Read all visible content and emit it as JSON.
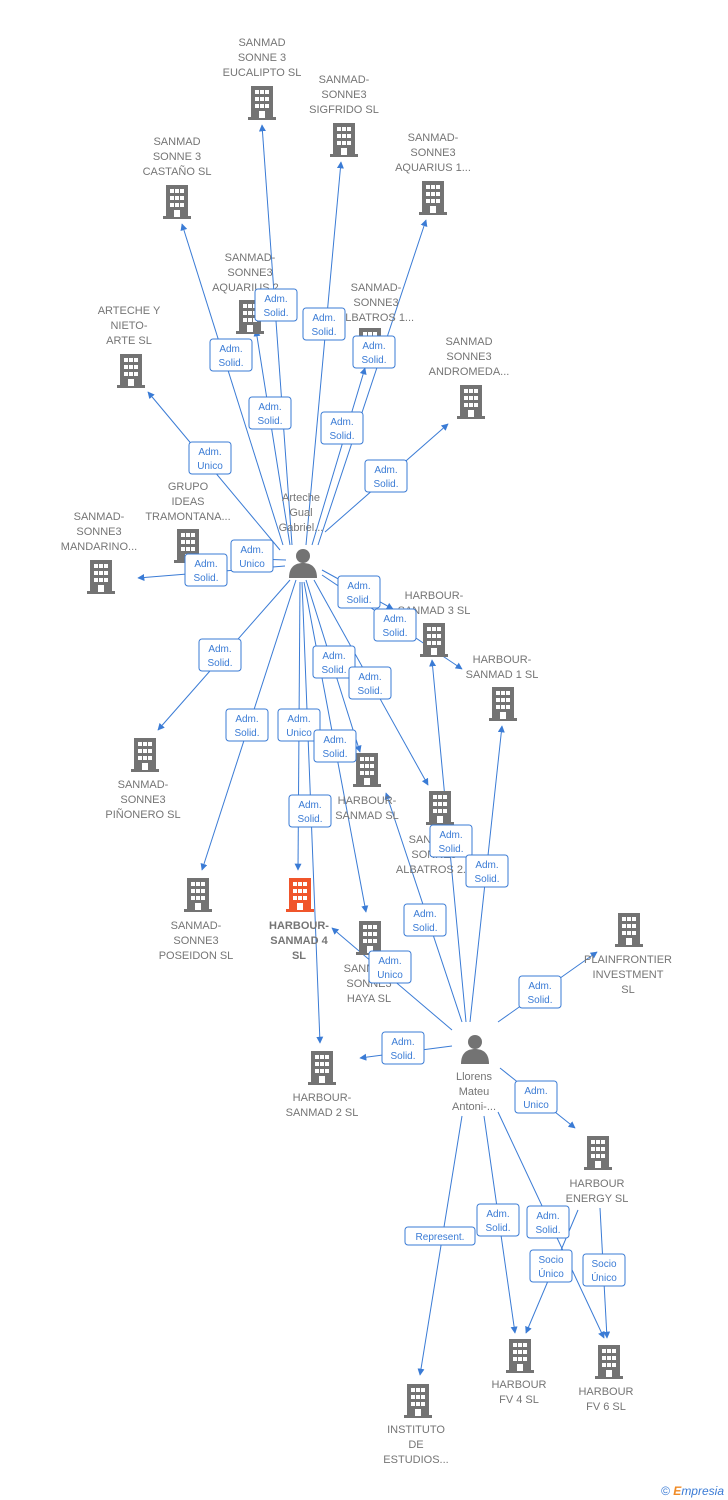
{
  "colors": {
    "edge": "#3a7bd5",
    "company": "#737373",
    "focus": "#f0552b",
    "person": "#737373"
  },
  "nodes": [
    {
      "id": "eucalipto",
      "kind": "company",
      "lines": [
        "SANMAD",
        "SONNE 3",
        "EUCALIPTO  SL"
      ]
    },
    {
      "id": "sigfrido",
      "kind": "company",
      "lines": [
        "SANMAD-",
        "SONNE3",
        "SIGFRIDO  SL"
      ]
    },
    {
      "id": "castano",
      "kind": "company",
      "lines": [
        "SANMAD",
        "SONNE 3",
        "CASTAÑO  SL"
      ]
    },
    {
      "id": "aquarius1",
      "kind": "company",
      "lines": [
        "SANMAD-",
        "SONNE3",
        "AQUARIUS 1..."
      ]
    },
    {
      "id": "aquarius2",
      "kind": "company",
      "lines": [
        "SANMAD-",
        "SONNE3",
        "AQUARIUS 2..."
      ]
    },
    {
      "id": "albatros1",
      "kind": "company",
      "lines": [
        "SANMAD-",
        "SONNE3",
        "ALBATROS 1..."
      ]
    },
    {
      "id": "arteche_nieto",
      "kind": "company",
      "lines": [
        "ARTECHE Y",
        "NIETO-",
        "ARTE  SL"
      ]
    },
    {
      "id": "andromeda",
      "kind": "company",
      "lines": [
        "SANMAD",
        "SONNE3",
        "ANDROMEDA..."
      ]
    },
    {
      "id": "tramontana",
      "kind": "company",
      "lines": [
        "GRUPO",
        "IDEAS",
        "TRAMONTANA..."
      ]
    },
    {
      "id": "mandarino",
      "kind": "company",
      "lines": [
        "SANMAD-",
        "SONNE3",
        "MANDARINO..."
      ]
    },
    {
      "id": "arteche_person",
      "kind": "person",
      "lines": [
        "Arteche",
        "Gual",
        "Gabriel..."
      ]
    },
    {
      "id": "hs3",
      "kind": "company",
      "lines": [
        "HARBOUR-",
        "SANMAD 3  SL"
      ]
    },
    {
      "id": "hs1",
      "kind": "company",
      "lines": [
        "HARBOUR-",
        "SANMAD 1  SL"
      ]
    },
    {
      "id": "pinonero",
      "kind": "company",
      "lines": [
        "SANMAD-",
        "SONNE3",
        "PIÑONERO  SL"
      ]
    },
    {
      "id": "hsanmad",
      "kind": "company",
      "lines": [
        "HARBOUR-",
        "SANMAD  SL"
      ]
    },
    {
      "id": "albatros2",
      "kind": "company",
      "lines": [
        "SANMAD-",
        "SONNE3",
        "ALBATROS 2..."
      ]
    },
    {
      "id": "poseidon",
      "kind": "company",
      "lines": [
        "SANMAD-",
        "SONNE3",
        "POSEIDON  SL"
      ]
    },
    {
      "id": "hs4",
      "kind": "focus",
      "lines": [
        "HARBOUR-",
        "SANMAD 4",
        "SL"
      ]
    },
    {
      "id": "haya",
      "kind": "company",
      "lines": [
        "SANMAD-",
        "SONNE3",
        "HAYA  SL"
      ]
    },
    {
      "id": "plainfrontier",
      "kind": "company",
      "lines": [
        "PLAINFRONTIER",
        "INVESTMENT",
        "SL"
      ]
    },
    {
      "id": "hs2",
      "kind": "company",
      "lines": [
        "HARBOUR-",
        "SANMAD 2  SL"
      ]
    },
    {
      "id": "llorens_person",
      "kind": "person",
      "lines": [
        "Llorens",
        "Mateu",
        "Antoni-..."
      ]
    },
    {
      "id": "henergy",
      "kind": "company",
      "lines": [
        "HARBOUR",
        "ENERGY  SL"
      ]
    },
    {
      "id": "fv4",
      "kind": "company",
      "lines": [
        "HARBOUR",
        "FV 4  SL"
      ]
    },
    {
      "id": "fv6",
      "kind": "company",
      "lines": [
        "HARBOUR",
        "FV 6  SL"
      ]
    },
    {
      "id": "instituto",
      "kind": "company",
      "lines": [
        "INSTITUTO",
        "DE",
        "ESTUDIOS..."
      ]
    }
  ],
  "edges": [
    {
      "from": "arteche_person",
      "to": "eucalipto",
      "label": [
        "Adm.",
        "Solid."
      ]
    },
    {
      "from": "arteche_person",
      "to": "sigfrido",
      "label": [
        "Adm.",
        "Solid."
      ]
    },
    {
      "from": "arteche_person",
      "to": "castano",
      "label": [
        "Adm.",
        "Solid."
      ]
    },
    {
      "from": "arteche_person",
      "to": "aquarius1",
      "label": [
        "Adm.",
        "Solid."
      ]
    },
    {
      "from": "arteche_person",
      "to": "aquarius2",
      "label": [
        "Adm.",
        "Solid."
      ]
    },
    {
      "from": "arteche_person",
      "to": "albatros1",
      "label": [
        "Adm.",
        "Solid."
      ]
    },
    {
      "from": "arteche_person",
      "to": "arteche_nieto",
      "label": [
        "Adm.",
        "Unico"
      ]
    },
    {
      "from": "arteche_person",
      "to": "andromeda",
      "label": [
        "Adm.",
        "Solid."
      ]
    },
    {
      "from": "arteche_person",
      "to": "tramontana",
      "label": [
        "Adm.",
        "Unico"
      ]
    },
    {
      "from": "arteche_person",
      "to": "mandarino",
      "label": [
        "Adm.",
        "Solid."
      ]
    },
    {
      "from": "arteche_person",
      "to": "hs3",
      "label": [
        "Adm.",
        "Solid."
      ]
    },
    {
      "from": "arteche_person",
      "to": "hs1",
      "label": [
        "Adm.",
        "Solid."
      ]
    },
    {
      "from": "arteche_person",
      "to": "pinonero",
      "label": [
        "Adm.",
        "Solid."
      ]
    },
    {
      "from": "arteche_person",
      "to": "hsanmad",
      "label": [
        "Adm.",
        "Solid."
      ]
    },
    {
      "from": "arteche_person",
      "to": "albatros2",
      "label": [
        "Adm.",
        "Solid."
      ]
    },
    {
      "from": "arteche_person",
      "to": "poseidon",
      "label": [
        "Adm.",
        "Solid."
      ]
    },
    {
      "from": "arteche_person",
      "to": "hs4",
      "label": [
        "Adm.",
        "Unico"
      ]
    },
    {
      "from": "arteche_person",
      "to": "haya",
      "label": [
        "Adm.",
        "Solid."
      ]
    },
    {
      "from": "arteche_person",
      "to": "hs2",
      "label": [
        "Adm.",
        "Solid."
      ]
    },
    {
      "from": "llorens_person",
      "to": "hs3",
      "label": [
        "Adm.",
        "Solid."
      ]
    },
    {
      "from": "llorens_person",
      "to": "hs1",
      "label": [
        "Adm.",
        "Solid."
      ]
    },
    {
      "from": "llorens_person",
      "to": "hsanmad",
      "label": [
        "Adm.",
        "Solid."
      ]
    },
    {
      "from": "llorens_person",
      "to": "hs4",
      "label": [
        "Adm.",
        "Unico"
      ]
    },
    {
      "from": "llorens_person",
      "to": "plainfrontier",
      "label": [
        "Adm.",
        "Solid."
      ]
    },
    {
      "from": "llorens_person",
      "to": "hs2",
      "label": [
        "Adm.",
        "Solid."
      ]
    },
    {
      "from": "llorens_person",
      "to": "henergy",
      "label": [
        "Adm.",
        "Unico"
      ]
    },
    {
      "from": "llorens_person",
      "to": "fv4",
      "label": [
        "Adm.",
        "Solid."
      ]
    },
    {
      "from": "llorens_person",
      "to": "fv6",
      "label": [
        "Adm.",
        "Solid."
      ]
    },
    {
      "from": "llorens_person",
      "to": "instituto",
      "label": [
        "Represent."
      ]
    },
    {
      "from": "henergy",
      "to": "fv4",
      "label": [
        "Socio",
        "Único"
      ]
    },
    {
      "from": "henergy",
      "to": "fv6",
      "label": [
        "Socio",
        "Único"
      ]
    }
  ],
  "footer": {
    "copyright": "©",
    "brand_initial": "E",
    "brand_rest": "mpresia"
  }
}
